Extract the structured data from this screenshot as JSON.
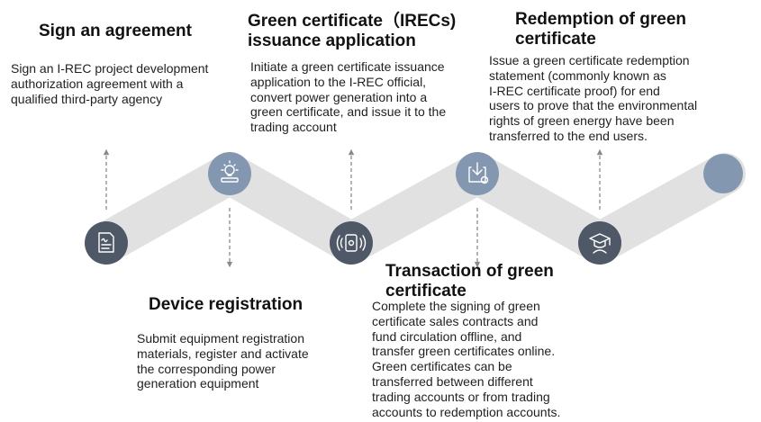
{
  "colors": {
    "band": "#e1e1e1",
    "node_dark": "#4f5866",
    "node_light": "#8497b0",
    "arrow": "#8a8a8a",
    "icon_stroke": "#ffffff"
  },
  "steps": [
    {
      "icon": "contract-document-icon",
      "title": "Sign an agreement",
      "text": "Sign an I-REC project development\n authorization agreement with a\nqualified third-party agency"
    },
    {
      "icon": "lightbulb-device-icon",
      "title": "Device registration",
      "text": "Submit equipment registration\nmaterials, register and activate\nthe corresponding power\ngeneration equipment"
    },
    {
      "icon": "certificate-issuance-icon",
      "title": "Green certificate（IRECs)\n issuance application",
      "text": "Initiate a green certificate issuance\napplication to the I-REC official,\nconvert power generation into a\ngreen certificate, and issue it to the\n trading account"
    },
    {
      "icon": "download-transfer-icon",
      "title": "Transaction of green\ncertificate",
      "text": "Complete the signing of green\ncertificate sales contracts and\nfund circulation offline, and\ntransfer green certificates online.\nGreen certificates can be\ntransferred between different\ntrading accounts or from trading\n accounts to redemption accounts."
    },
    {
      "icon": "graduation-cap-icon",
      "title": "Redemption of green\ncertificate",
      "text": "Issue a green certificate redemption\nstatement (commonly known as\n I-REC certificate proof) for end\nusers to prove that the environmental\nrights of green energy have been\n transferred to the end users."
    }
  ]
}
